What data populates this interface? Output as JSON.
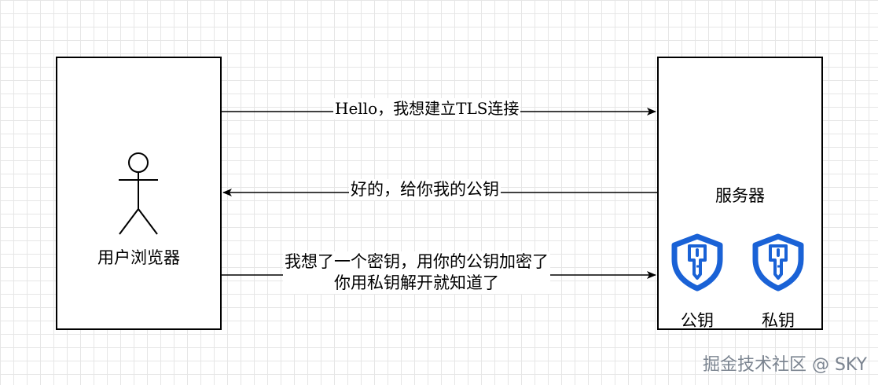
{
  "client": {
    "label": "用户浏览器",
    "icon": "person-icon"
  },
  "server": {
    "label": "服务器",
    "keys": {
      "public_label": "公钥",
      "private_label": "私钥",
      "icon": "shield-key-icon",
      "color": "#1a62d6"
    }
  },
  "messages": {
    "hello": "Hello，我想建立TLS连接",
    "reply": "好的，给你我的公钥",
    "secret_line1": "我想了一个密钥，用你的公钥加密了",
    "secret_line2": "你用私钥解开就知道了"
  },
  "watermark": "掘金技术社区 @ SKY"
}
